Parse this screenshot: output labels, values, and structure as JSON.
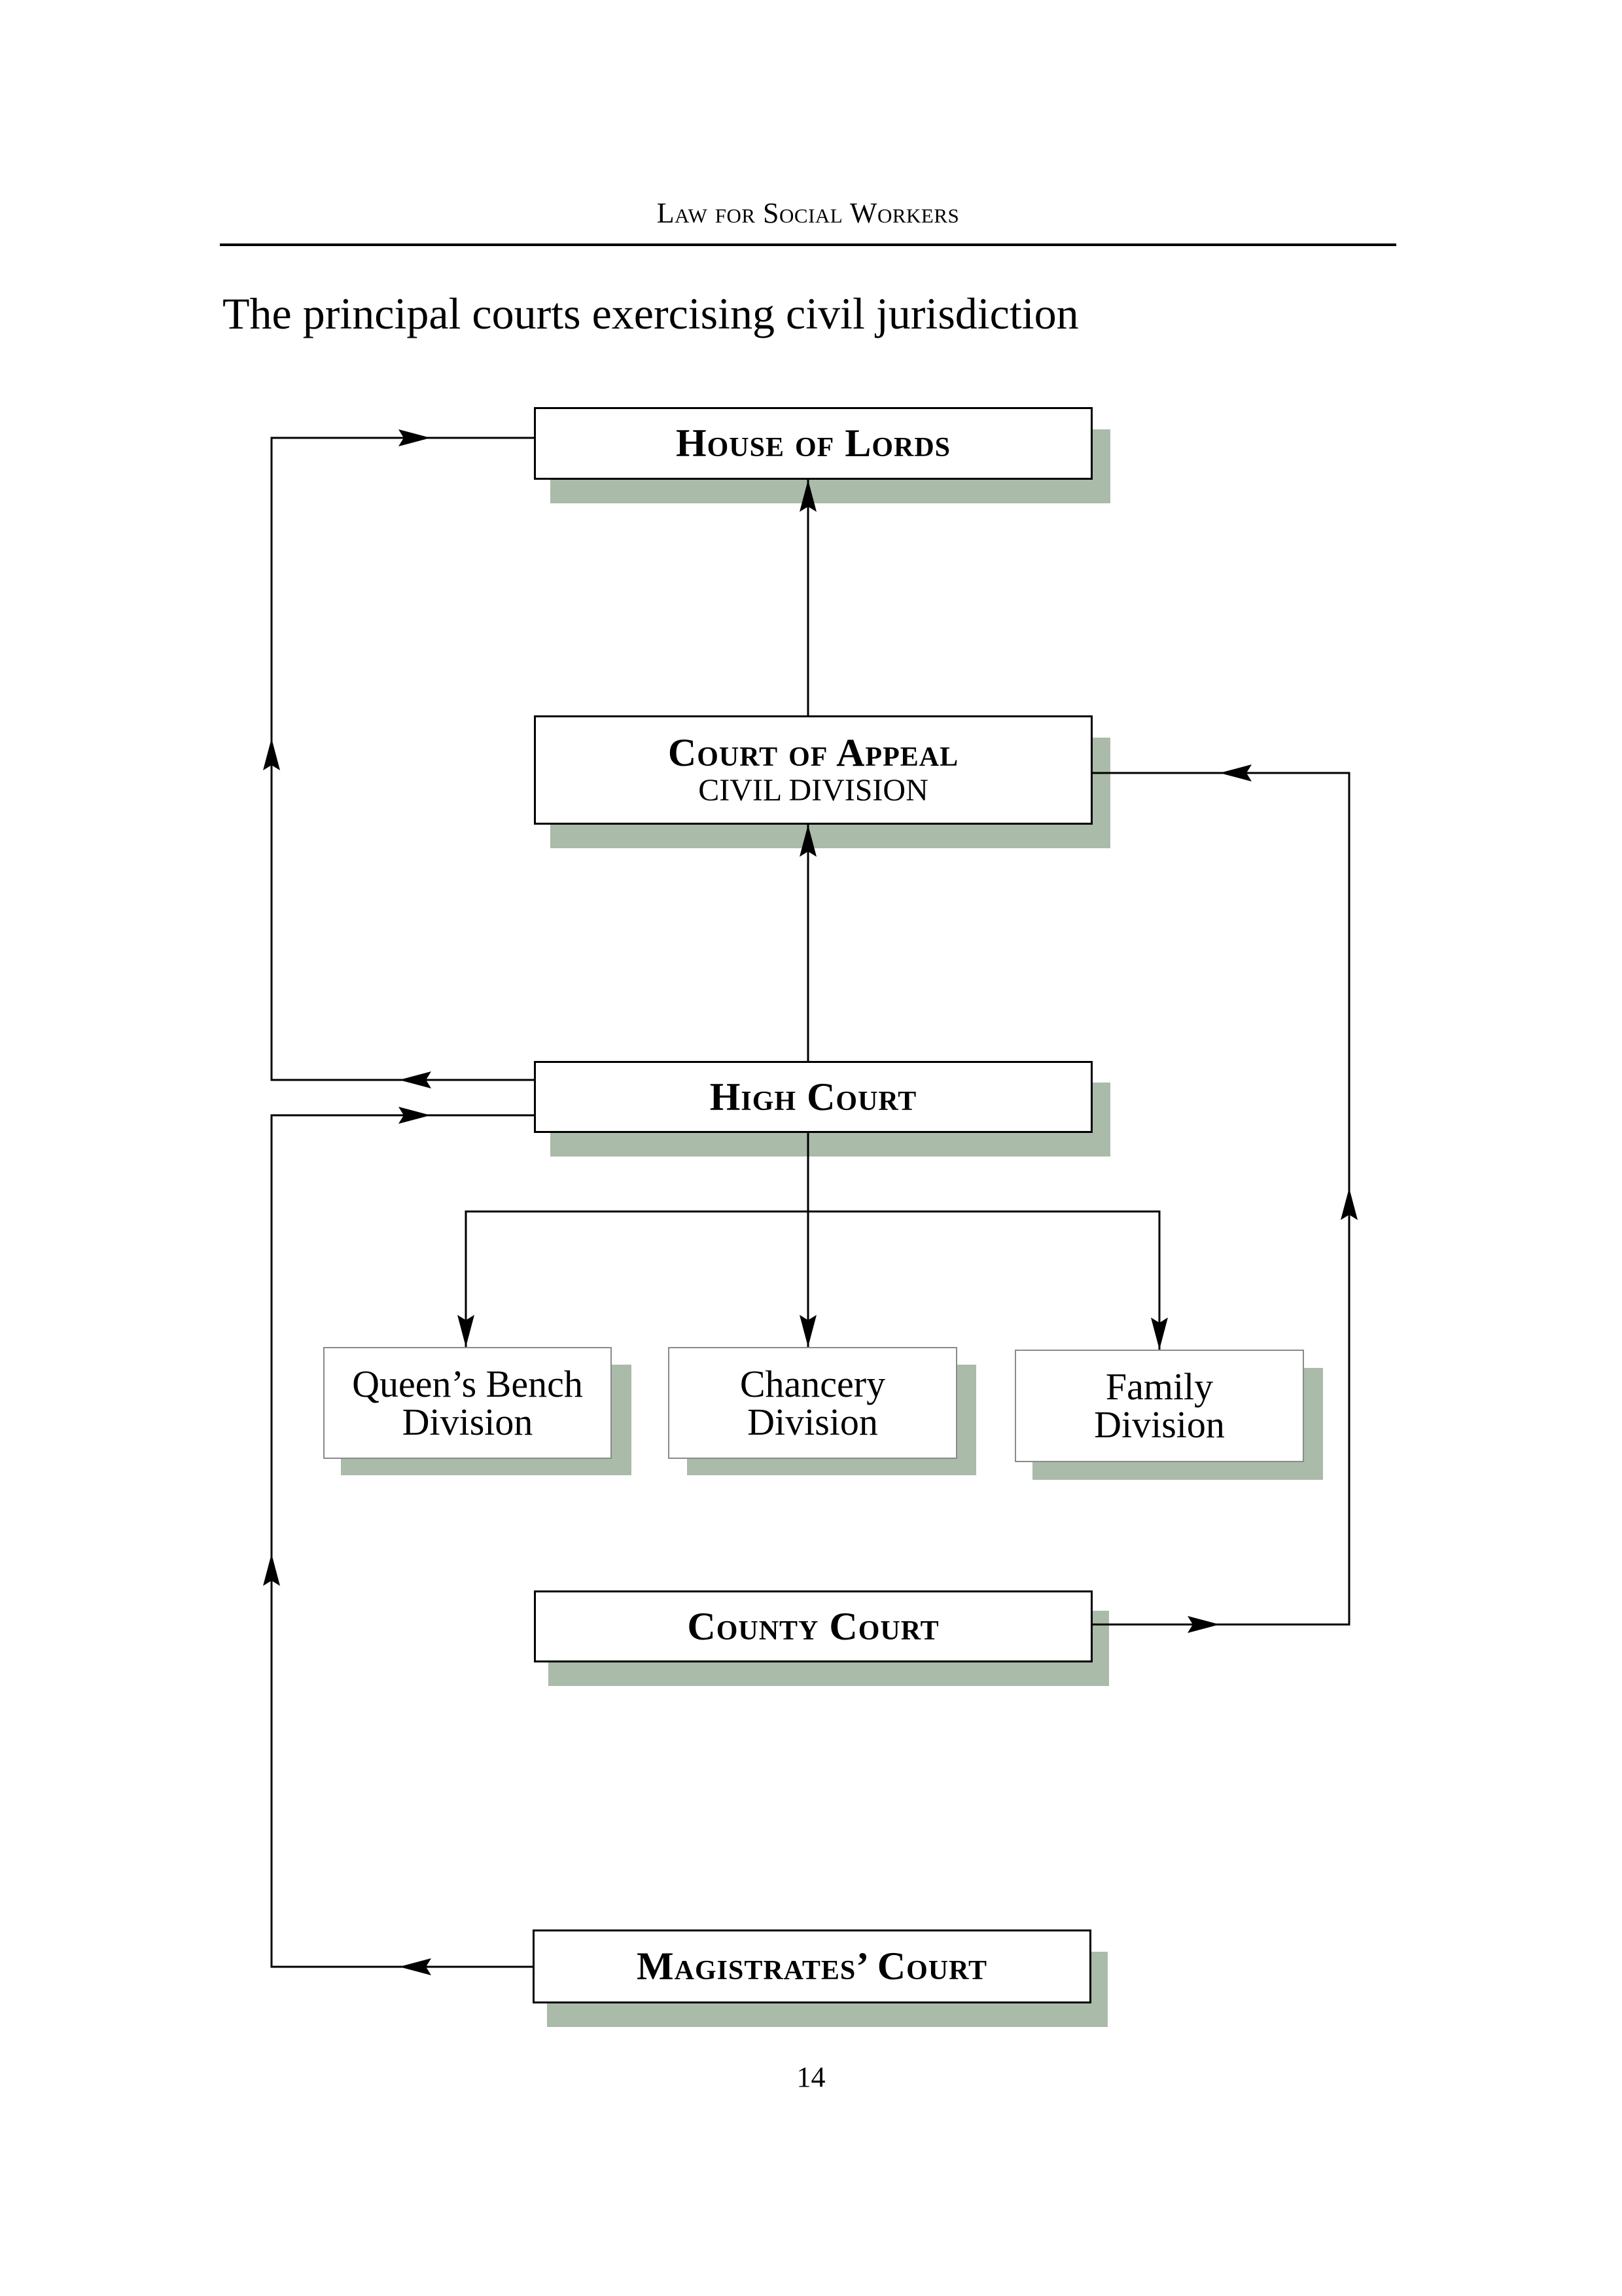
{
  "page": {
    "running_head": "Law for Social Workers",
    "figure_title": "The principal courts exercising civil jurisdiction",
    "page_number": "14"
  },
  "colors": {
    "shadow": "#aabba9",
    "line": "#000000",
    "box_fill": "#ffffff"
  },
  "courts": {
    "house_of_lords": {
      "label": "House of Lords"
    },
    "court_of_appeal": {
      "label": "Court of Appeal",
      "sublabel": "CIVIL DIVISION"
    },
    "high_court": {
      "label": "High Court"
    },
    "queens_bench": {
      "line1": "Queen’s Bench",
      "line2": "Division"
    },
    "chancery": {
      "line1": "Chancery",
      "line2": "Division"
    },
    "family": {
      "line1": "Family",
      "line2": "Division"
    },
    "county_court": {
      "label": "County Court"
    },
    "magistrates_court": {
      "label": "Magistrates’ Court"
    }
  },
  "connections": [
    {
      "from": "court_of_appeal",
      "to": "house_of_lords",
      "direction": "up"
    },
    {
      "from": "high_court",
      "to": "court_of_appeal",
      "direction": "up"
    },
    {
      "from": "high_court",
      "to": "house_of_lords",
      "route": "left"
    },
    {
      "from": "magistrates_court",
      "to": "high_court",
      "route": "left"
    },
    {
      "from": "county_court",
      "to": "court_of_appeal",
      "route": "right"
    },
    {
      "from": "high_court",
      "to": "queens_bench",
      "direction": "down"
    },
    {
      "from": "high_court",
      "to": "chancery",
      "direction": "down"
    },
    {
      "from": "high_court",
      "to": "family",
      "direction": "down"
    }
  ]
}
